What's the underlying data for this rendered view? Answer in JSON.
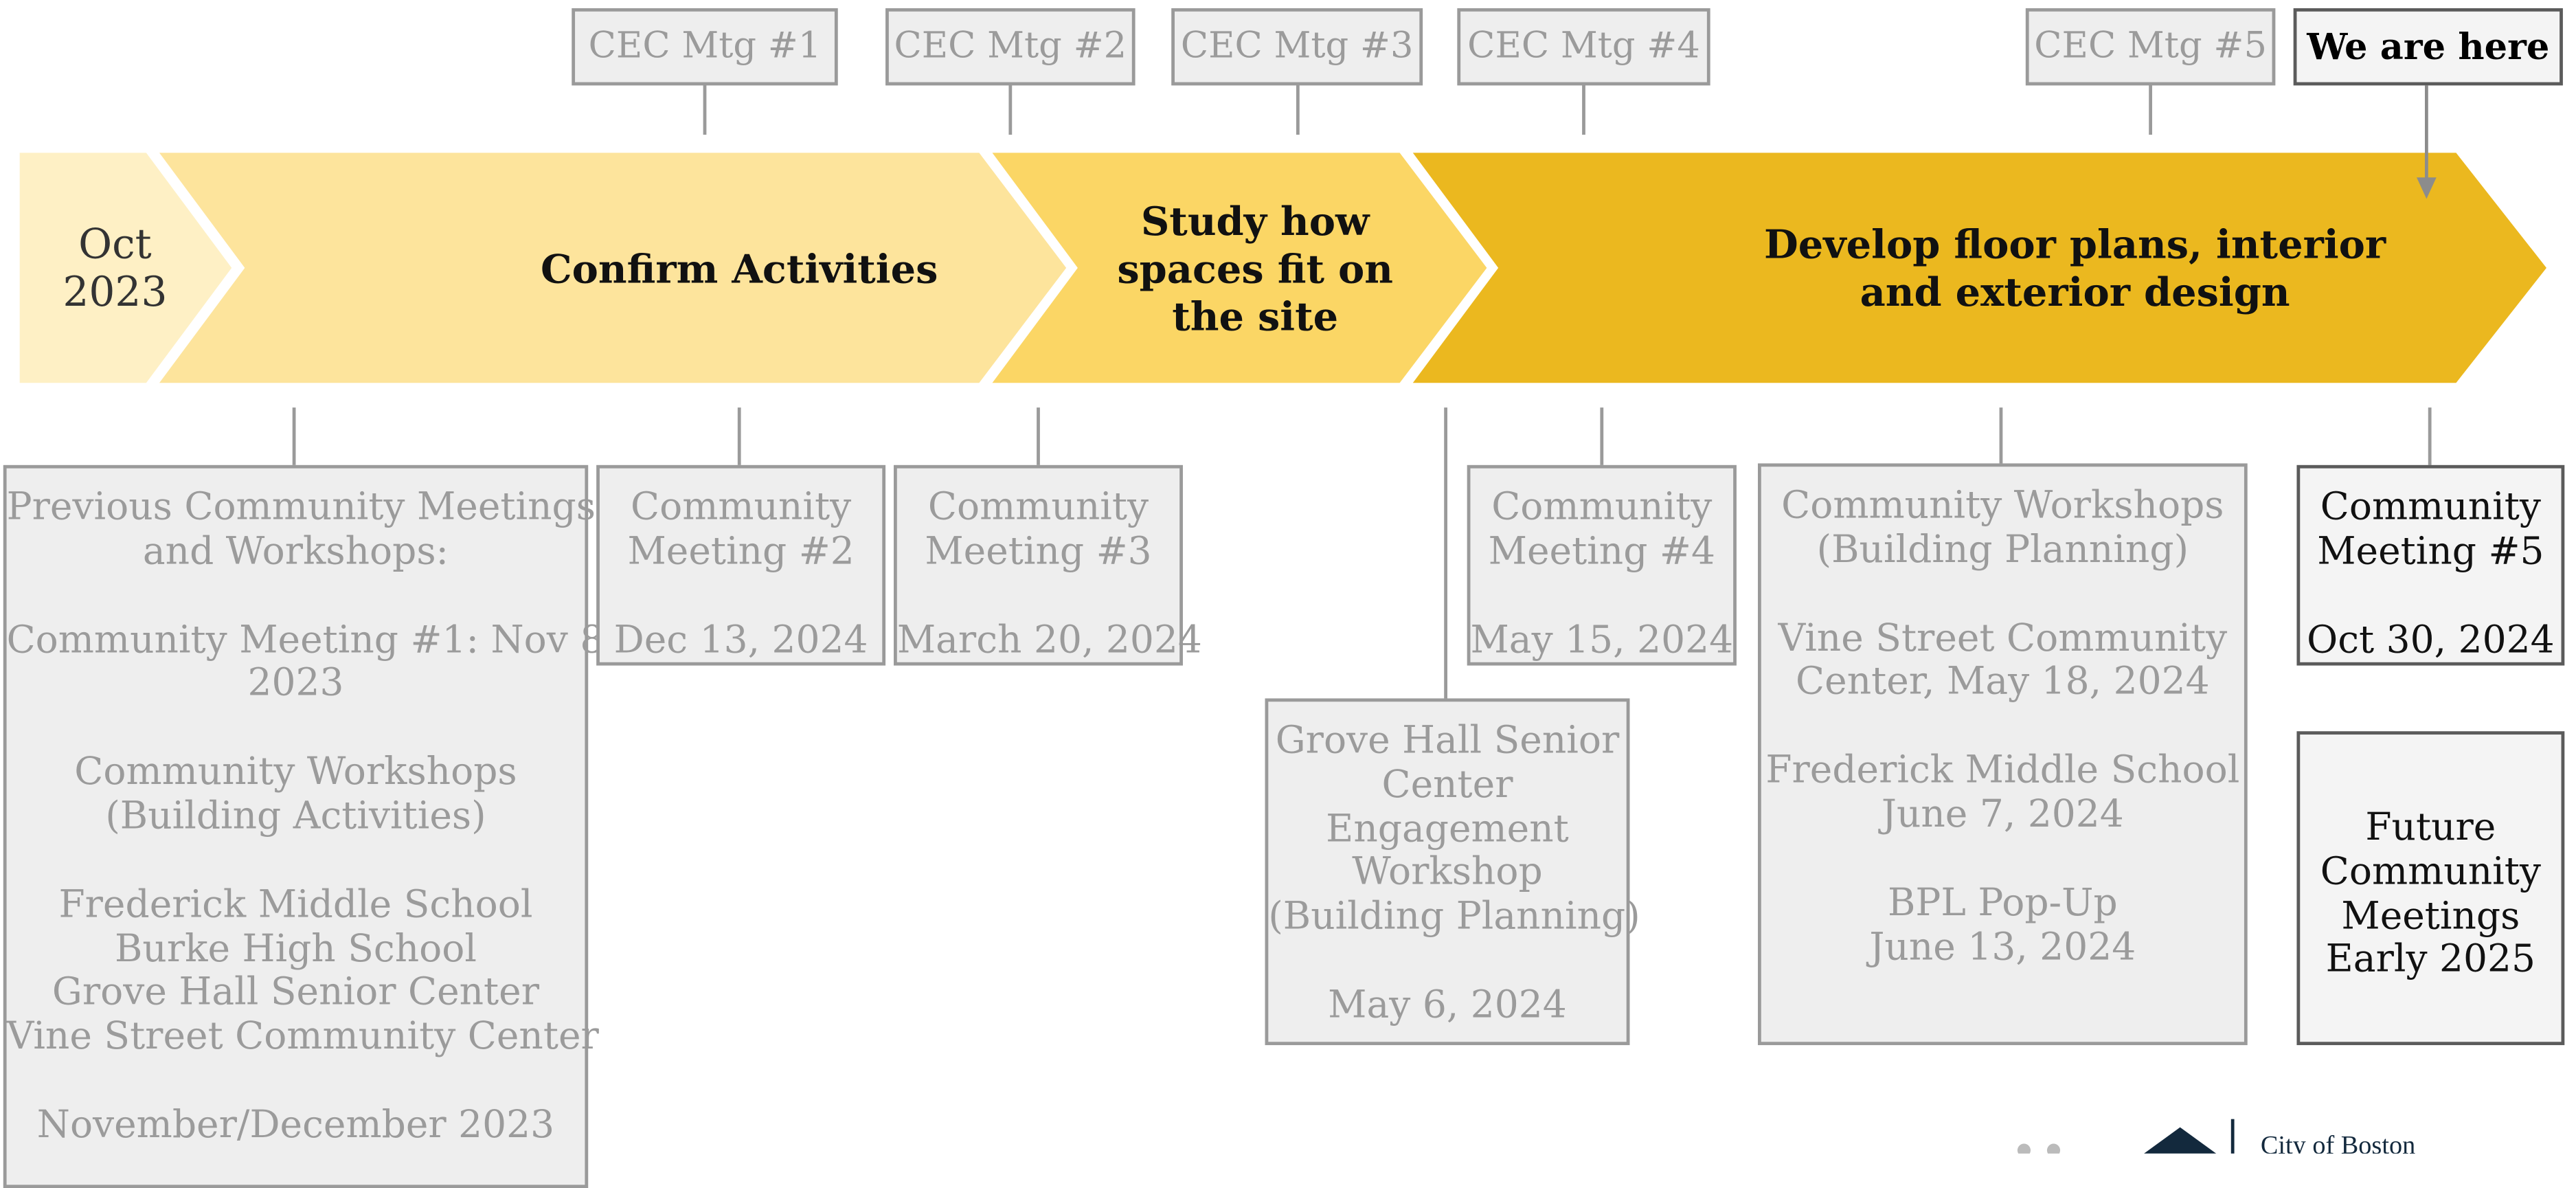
{
  "cec_meetings": [
    "CEC Mtg #1",
    "CEC Mtg #2",
    "CEC Mtg #3",
    "CEC Mtg #4",
    "CEC Mtg #5"
  ],
  "marker": "We are here",
  "start": {
    "lines": [
      "Oct",
      "2023"
    ]
  },
  "stages": [
    {
      "lines": [
        "Confirm Activities"
      ],
      "color": "#fde49c"
    },
    {
      "lines": [
        "Study how",
        "spaces fit on",
        "the site"
      ],
      "color": "#fbd665"
    },
    {
      "lines": [
        "Develop floor plans, interior",
        "and exterior design"
      ],
      "color": "#ebb81f"
    }
  ],
  "start_color": "#fef0c5",
  "events": [
    {
      "lines": [
        "Previous Community Meetings",
        "and Workshops:",
        "",
        "Community Meeting #1: Nov 8,",
        "2023",
        "",
        "Community Workshops",
        "(Building Activities)",
        "",
        "Frederick Middle School",
        "Burke High School",
        "Grove Hall Senior Center",
        "Vine Street Community Center",
        "",
        "November/December 2023"
      ]
    },
    {
      "lines": [
        "Community",
        "Meeting #2",
        "",
        "Dec 13, 2024"
      ]
    },
    {
      "lines": [
        "Community",
        "Meeting #3",
        "",
        "March 20, 2024"
      ]
    },
    {
      "lines": [
        "Grove Hall Senior",
        "Center",
        "Engagement",
        "Workshop",
        "(Building Planning)",
        "",
        "May 6, 2024"
      ]
    },
    {
      "lines": [
        "Community",
        "Meeting #4",
        "",
        "May 15, 2024"
      ]
    },
    {
      "lines": [
        "Community Workshops",
        "(Building Planning)",
        "",
        "Vine Street Community",
        "Center, May 18, 2024",
        "",
        "Frederick Middle School",
        "June 7, 2024",
        "",
        "BPL Pop-Up",
        "June 13, 2024"
      ]
    },
    {
      "lines": [
        "Community",
        "Meeting #5",
        "",
        "Oct 30, 2024"
      ]
    },
    {
      "lines": [
        "Future",
        "Community",
        "Meetings",
        "Early 2025"
      ]
    }
  ],
  "logo": {
    "text": "City of Boston"
  }
}
